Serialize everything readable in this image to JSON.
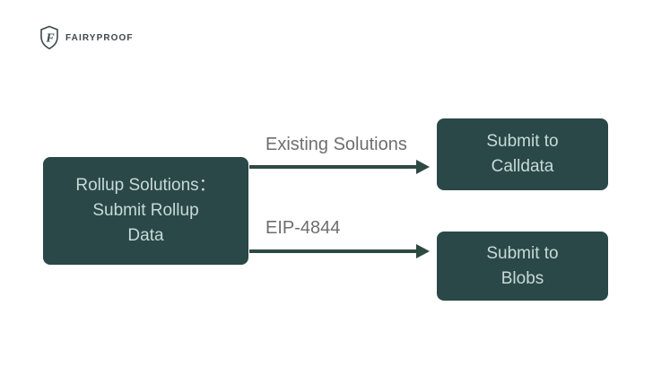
{
  "logo": {
    "brand": "FAIRYPROOF",
    "icon": "shield-with-f"
  },
  "nodes": {
    "source": {
      "lines": [
        "Rollup Solutions：",
        "Submit Rollup",
        "Data"
      ]
    },
    "calldata": {
      "lines": [
        "Submit to",
        "Calldata"
      ]
    },
    "blobs": {
      "lines": [
        "Submit to",
        "Blobs"
      ]
    }
  },
  "edges": [
    {
      "label": "Existing Solutions",
      "from": "source",
      "to": "calldata"
    },
    {
      "label": "EIP-4844",
      "from": "source",
      "to": "blobs"
    }
  ],
  "colors": {
    "background": "#ffffff",
    "node_fill": "#2a4847",
    "node_text": "#c7d9da",
    "arrow": "#2c4a42",
    "edge_label": "#6e6e6e",
    "logo": "#3d4848"
  }
}
